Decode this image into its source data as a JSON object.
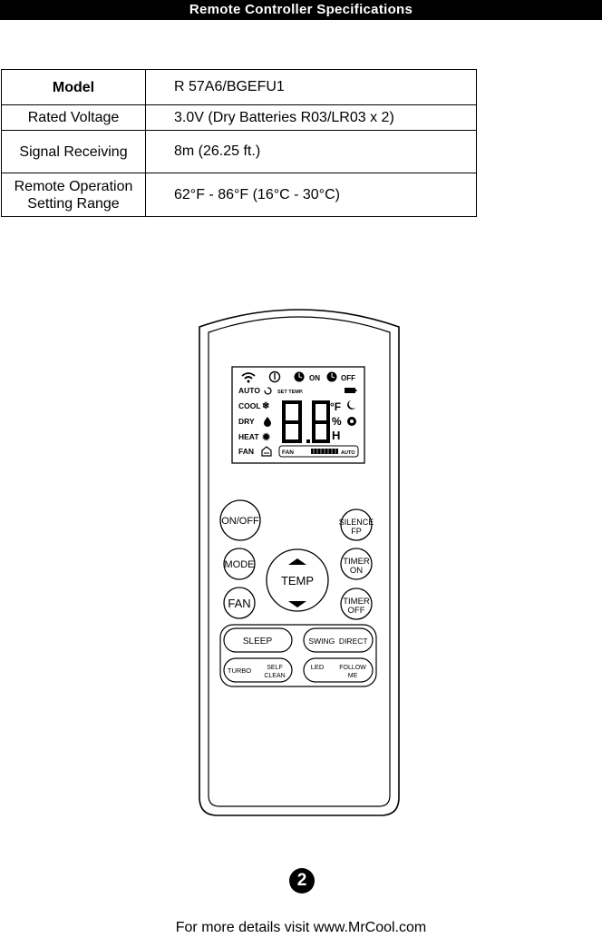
{
  "header": {
    "title": "Remote Controller Specifications"
  },
  "specs": {
    "rows": [
      {
        "label": "Model",
        "value": "R 57A6/BGEFU1"
      },
      {
        "label": "Rated Voltage",
        "value": "3.0V (Dry Batteries R03/LR03 x 2)"
      },
      {
        "label": "Signal Receiving",
        "value": "8m (26.25 ft.)"
      },
      {
        "label_line1": "Remote Operation",
        "label_line2": "Setting Range",
        "value": "62°F - 86°F (16°C - 30°C)"
      }
    ]
  },
  "display": {
    "on": "ON",
    "off": "OFF",
    "auto": "AUTO",
    "set_temp": "SET TEMP.",
    "cool": "COOL",
    "dry": "DRY",
    "heat": "HEAT",
    "fan": "FAN",
    "fan_bar_label": "FAN",
    "fan_bar_auto": "AUTO",
    "unit_f": "°F",
    "percent": "%",
    "h": "H"
  },
  "buttons": {
    "on_off": "ON/OFF",
    "mode": "MODE",
    "fan": "FAN",
    "temp": "TEMP",
    "silence_l1": "SILENCE",
    "silence_l2": "FP",
    "timer_on_l1": "TIMER",
    "timer_on_l2": "ON",
    "timer_off_l1": "TIMER",
    "timer_off_l2": "OFF",
    "sleep": "SLEEP",
    "swing_direct": "SWING  DIRECT",
    "turbo": "TURBO",
    "self_clean_l1": "SELF",
    "self_clean_l2": "CLEAN",
    "led": "LED",
    "follow_me_l1": "FOLLOW",
    "follow_me_l2": "ME"
  },
  "footer": {
    "page_number": "2",
    "text": "For more details visit www.MrCool.com"
  }
}
